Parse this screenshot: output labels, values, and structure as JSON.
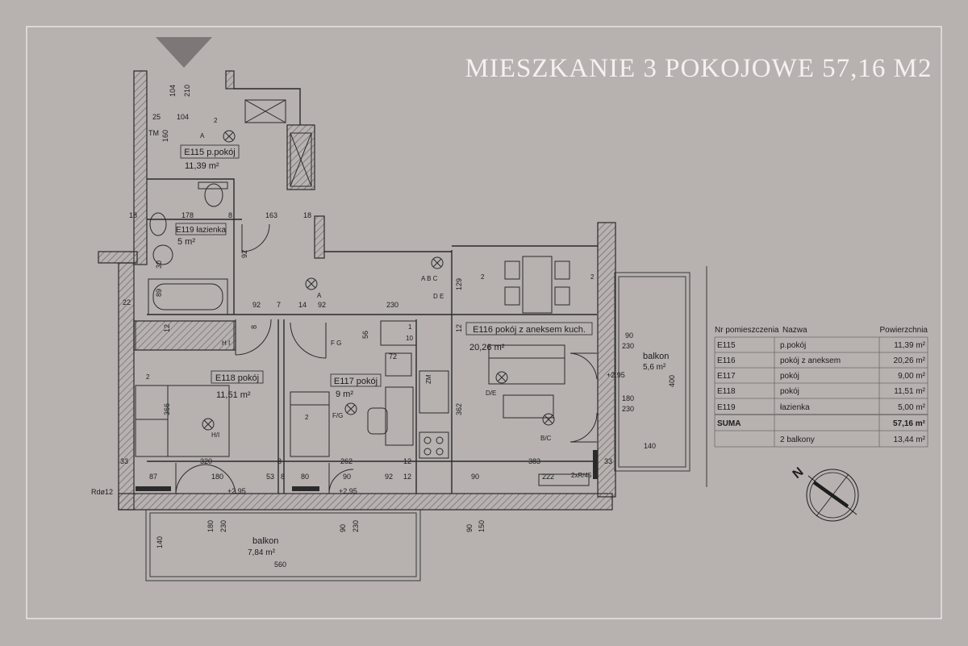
{
  "title": "MIESZKANIE 3 POKOJOWE 57,16 M2",
  "colors": {
    "background": "#b7b1b0",
    "frame": "#f4f1f0",
    "ink": "#1d1d1d",
    "wall": "#a09a99",
    "marker": "#7d7877"
  },
  "rooms": [
    {
      "id": "E115",
      "label": "E115 p.pokój",
      "area": "11,39 m²"
    },
    {
      "id": "E116",
      "label": "E116 pokój z aneksem kuch.",
      "area": "20,26 m²"
    },
    {
      "id": "E117",
      "label": "E117 pokój",
      "area": "9 m²"
    },
    {
      "id": "E118",
      "label": "E118 pokój",
      "area": "11,51 m²"
    },
    {
      "id": "E119",
      "label": "E119 łazienka",
      "area": "5 m²"
    }
  ],
  "balconies": [
    {
      "label": "balkon",
      "area": "5,6 m²"
    },
    {
      "label": "balkon",
      "area": "7,84 m²"
    }
  ],
  "table": {
    "headers": [
      "Nr pomieszczenia",
      "Nazwa",
      "Powierzchnia"
    ],
    "rows": [
      [
        "E115",
        "p.pokój",
        "11,39 m²"
      ],
      [
        "E116",
        "pokój z aneksem",
        "20,26 m²"
      ],
      [
        "E117",
        "pokój",
        "9,00 m²"
      ],
      [
        "E118",
        "pokój",
        "11,51 m²"
      ],
      [
        "E119",
        "łazienka",
        "5,00 m²"
      ]
    ],
    "sum": [
      "SUMA",
      "",
      "57,16 m²"
    ],
    "balcony_row": [
      "",
      "2 balkony",
      "13,44 m²"
    ]
  },
  "compass": {
    "label": "N",
    "icon": "north-arrow-icon"
  },
  "dims": {
    "d104a": "104",
    "d210": "210",
    "d104b": "104",
    "d160": "160",
    "d25": "25",
    "tm": "TM",
    "d18a": "18",
    "d178": "178",
    "d8a": "8",
    "d163": "163",
    "d18b": "18",
    "d92a": "92",
    "d92b": "92",
    "d7": "7",
    "d14": "14",
    "d92c": "92",
    "d230a": "230",
    "d129": "129",
    "d8b": "8",
    "d12a": "12",
    "d56": "56",
    "d72": "72",
    "d12b": "12",
    "d366": "366",
    "d362": "362",
    "d22": "22",
    "d89": "89",
    "d30": "30",
    "d33a": "33",
    "d320": "320",
    "d8c": "8",
    "d262": "262",
    "d12c": "12",
    "d383": "383",
    "d33b": "33",
    "d87": "87",
    "d180a": "180",
    "d53": "53",
    "d8d": "8",
    "d80": "80",
    "d90a": "90",
    "d92d": "92",
    "d12d": "12",
    "d90b": "90",
    "d222": "222",
    "dp295a": "+2.95",
    "dp295b": "+2.95",
    "dp295c": "+2.95",
    "d90c": "90",
    "d230b": "230",
    "d180b": "180",
    "d230c": "230",
    "d400": "400",
    "d140a": "140",
    "d180c": "180",
    "d230d": "230",
    "d90d": "90",
    "d230e": "230",
    "d90e": "90",
    "d150": "150",
    "d140b": "140",
    "d560": "560",
    "rdo": "Rdø12"
  },
  "symbols": {
    "a1": "A",
    "a2": "A",
    "abc": "A  B  C",
    "de": "D   E",
    "fg": "F   G",
    "hi": "H   I",
    "de2": "D/E",
    "bc": "B/C",
    "fg2": "F/G",
    "hi2": "H/I",
    "n2a": "2",
    "n2b": "2",
    "n2c": "2",
    "n2d": "2",
    "n2e": "2",
    "sw1": "1",
    "sw10": "10",
    "zm": "ZM",
    "socket": "2xR/45"
  }
}
